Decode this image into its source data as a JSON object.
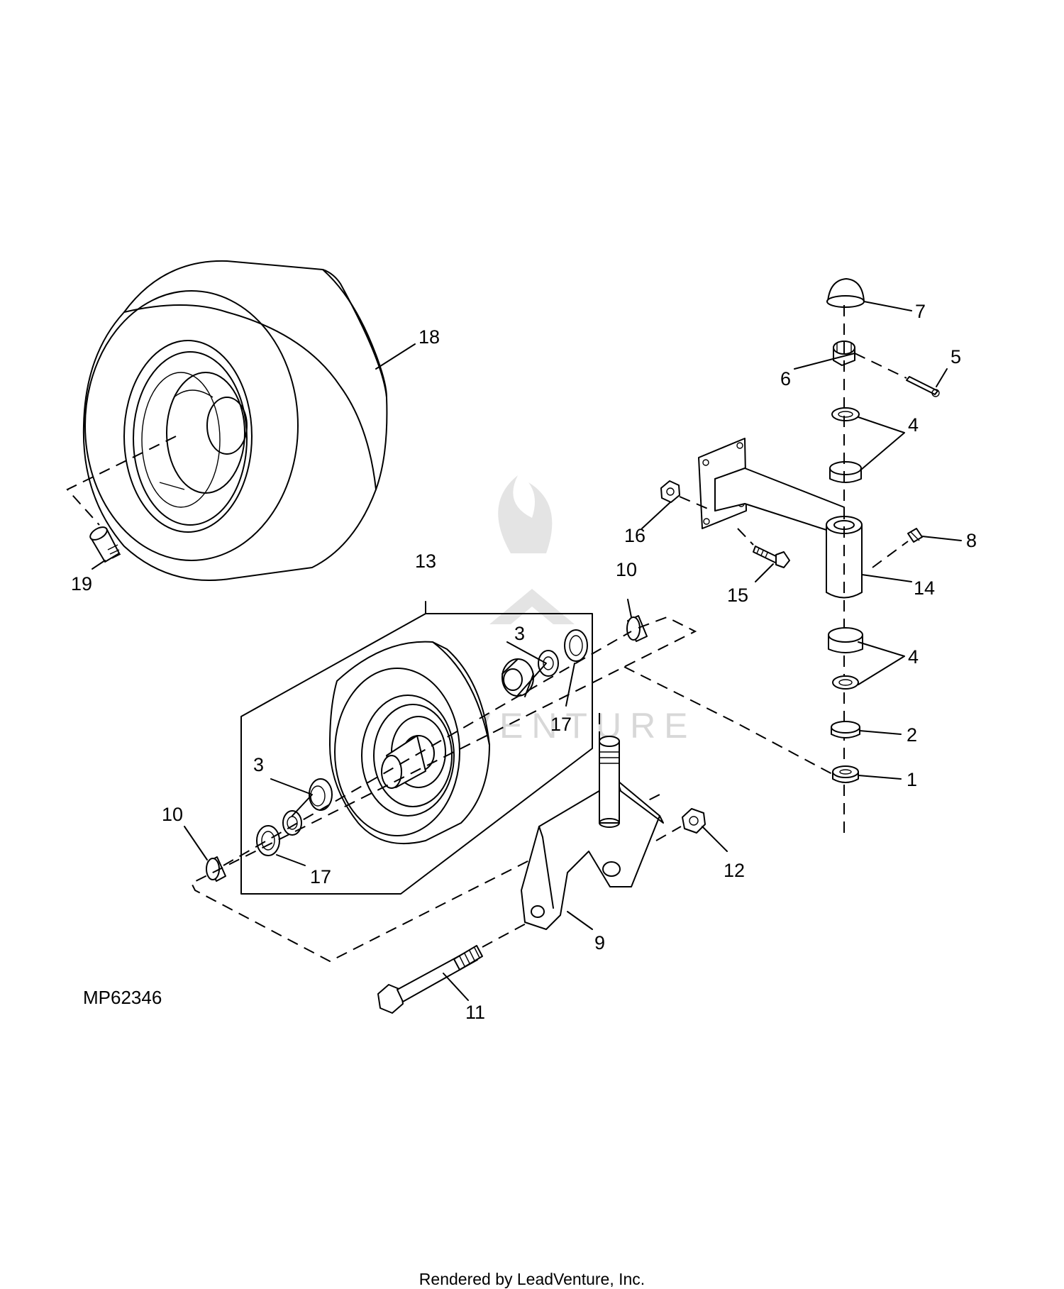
{
  "figure_id": "MP62346",
  "watermark": "LEADVENTURE",
  "footer": "Rendered by LeadVenture, Inc.",
  "callouts": {
    "c1": "1",
    "c2": "2",
    "c3a": "3",
    "c3b": "3",
    "c4a": "4",
    "c4b": "4",
    "c5": "5",
    "c6": "6",
    "c7": "7",
    "c8": "8",
    "c9": "9",
    "c10a": "10",
    "c10b": "10",
    "c11": "11",
    "c12": "12",
    "c13": "13",
    "c14": "14",
    "c15": "15",
    "c16": "16",
    "c17a": "17",
    "c17b": "17",
    "c18": "18",
    "c19": "19"
  }
}
